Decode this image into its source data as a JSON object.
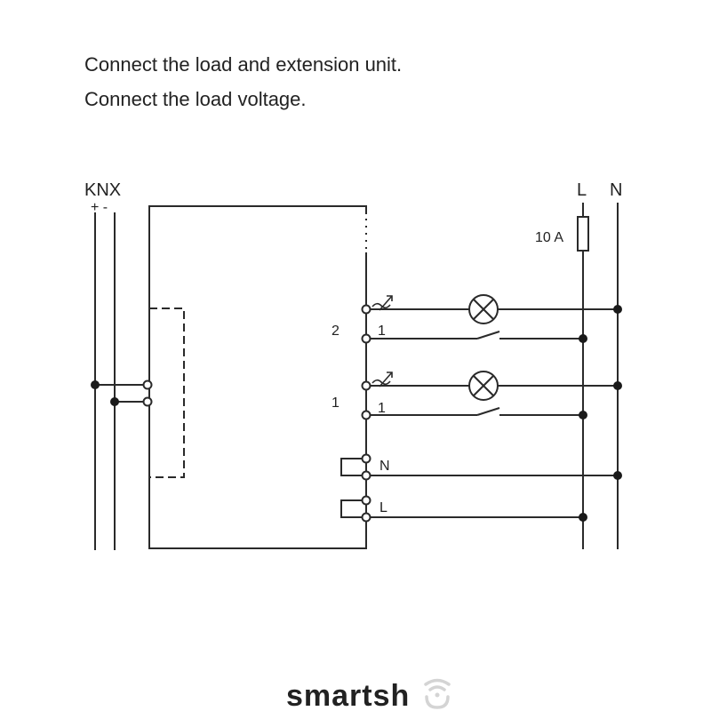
{
  "instructions": [
    "Connect the load and extension unit.",
    "Connect the load voltage."
  ],
  "diagram": {
    "bus_label": "KNX",
    "bus_polarity": "+ -",
    "line_label": "L",
    "neutral_label": "N",
    "fuse_rating": "10 A",
    "channel_2_label": "2",
    "channel_1_label": "1",
    "ext_input_2_label": "1",
    "ext_input_1_label": "1",
    "supply_n_label": "N",
    "supply_l_label": "L"
  },
  "watermark": {
    "text": "smartsh"
  },
  "colors": {
    "line": "#2a2a2a",
    "text": "#222222",
    "watermark": "#d4d4d4"
  }
}
